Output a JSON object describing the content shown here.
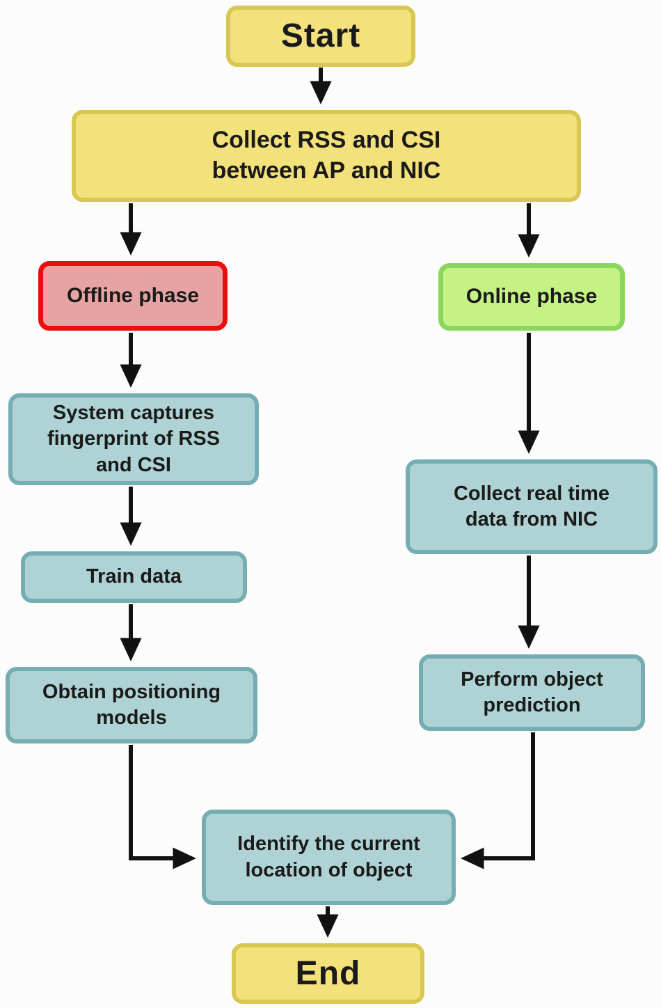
{
  "diagram": {
    "type": "flowchart",
    "background": "#fcfcfc",
    "colors": {
      "terminal_fill": "#f3e17c",
      "terminal_border": "#d8c751",
      "offline_fill": "#e7a3a3",
      "offline_border": "#ec0e0e",
      "online_fill": "#c5f285",
      "online_border": "#8bd65c",
      "process_fill": "#afd3d4",
      "process_border": "#74adb2",
      "arrow": "#111111",
      "text": "#1a1a1a"
    },
    "nodes": {
      "start": {
        "label": "Start",
        "kind": "terminal"
      },
      "collect": {
        "label": "Collect RSS and CSI\nbetween AP and NIC",
        "kind": "terminal-wide"
      },
      "offline": {
        "label": "Offline phase",
        "kind": "phase-offline"
      },
      "online": {
        "label": "Online phase",
        "kind": "phase-online"
      },
      "sys": {
        "label": "System captures\nfingerprint of RSS\nand CSI",
        "kind": "process"
      },
      "train": {
        "label": "Train data",
        "kind": "process"
      },
      "obtain": {
        "label": "Obtain positioning\nmodels",
        "kind": "process"
      },
      "collect_rt": {
        "label": "Collect real time\ndata from NIC",
        "kind": "process"
      },
      "perform": {
        "label": "Perform object\nprediction",
        "kind": "process"
      },
      "identify": {
        "label": "Identify the current\nlocation of object",
        "kind": "process"
      },
      "end": {
        "label": "End",
        "kind": "terminal"
      }
    },
    "edges": [
      {
        "from": "start",
        "to": "collect"
      },
      {
        "from": "collect",
        "to": "offline"
      },
      {
        "from": "collect",
        "to": "online"
      },
      {
        "from": "offline",
        "to": "sys"
      },
      {
        "from": "sys",
        "to": "train"
      },
      {
        "from": "train",
        "to": "obtain"
      },
      {
        "from": "obtain",
        "to": "identify"
      },
      {
        "from": "online",
        "to": "collect_rt"
      },
      {
        "from": "collect_rt",
        "to": "perform"
      },
      {
        "from": "perform",
        "to": "identify"
      },
      {
        "from": "identify",
        "to": "end"
      }
    ]
  }
}
